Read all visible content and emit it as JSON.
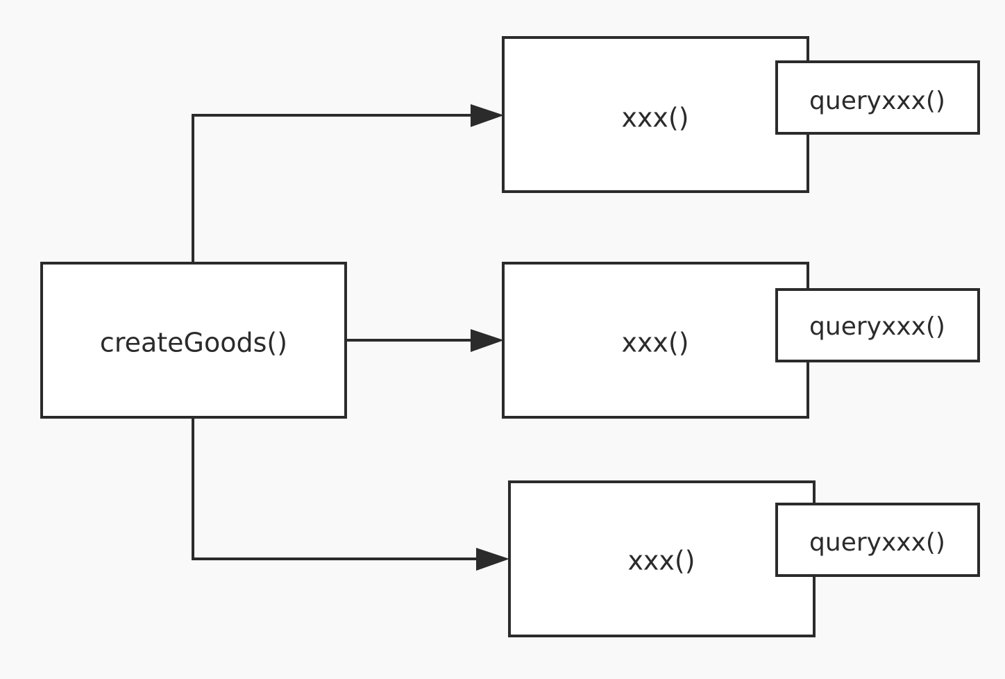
{
  "source": {
    "label": "createGoods()"
  },
  "targets": [
    {
      "label": "xxx()",
      "query_label": "queryxxx()"
    },
    {
      "label": "xxx()",
      "query_label": "queryxxx()"
    },
    {
      "label": "xxx()",
      "query_label": "queryxxx()"
    }
  ]
}
